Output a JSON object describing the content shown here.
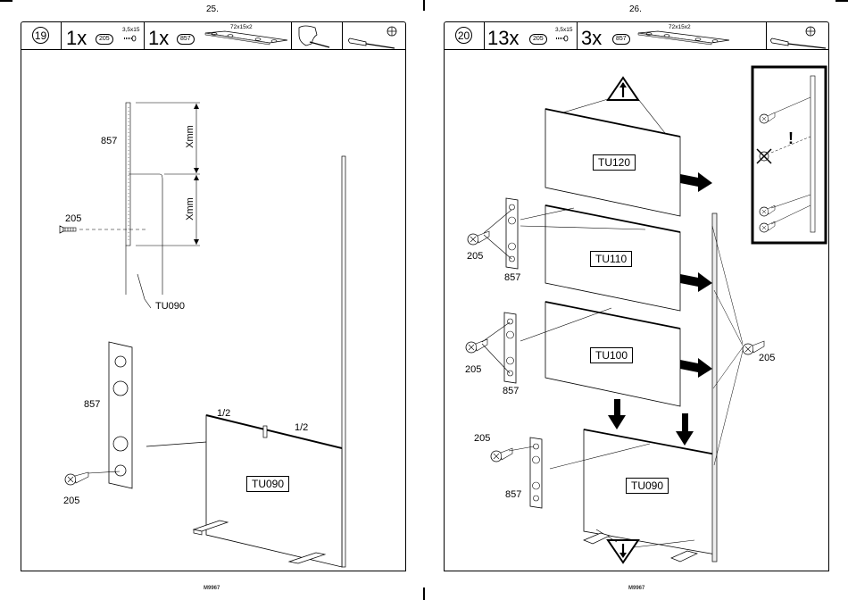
{
  "left_page": {
    "page_number": "25.",
    "step_number": "19",
    "parts": [
      {
        "qty": "1x",
        "part_id": "205",
        "dimension": "3,5x15",
        "icon": "screw-icon"
      },
      {
        "qty": "1x",
        "part_id": "857",
        "dimension": "72x15x2",
        "icon": "connector-plate-icon"
      }
    ],
    "tools": [
      "hand-holding-screw-icon",
      "phillips-screwdriver-icon"
    ],
    "labels": {
      "plate_top": "857",
      "screw_top": "205",
      "dim_upper": "Xmm",
      "dim_lower": "Xmm",
      "panel_pointer": "TU090",
      "plate_bottom": "857",
      "screw_bottom": "205",
      "half_left": "1/2",
      "half_right": "1/2",
      "panel": "TU090"
    },
    "footer_code": "M9967"
  },
  "right_page": {
    "page_number": "26.",
    "step_number": "20",
    "parts": [
      {
        "qty": "13x",
        "part_id": "205",
        "dimension": "3,5x15",
        "icon": "screw-icon"
      },
      {
        "qty": "3x",
        "part_id": "857",
        "dimension": "72x15x2",
        "icon": "connector-plate-icon"
      }
    ],
    "tools": [
      "phillips-screwdriver-icon"
    ],
    "labels": {
      "panel_1": "TU120",
      "panel_2": "TU110",
      "panel_3": "TU100",
      "panel_4": "TU090",
      "screw_a": "205",
      "plate_a": "857",
      "screw_b": "205",
      "plate_b": "857",
      "screw_c": "205",
      "plate_c": "857",
      "screw_side": "205"
    },
    "inset_note": "!",
    "footer_code": "M9967"
  }
}
